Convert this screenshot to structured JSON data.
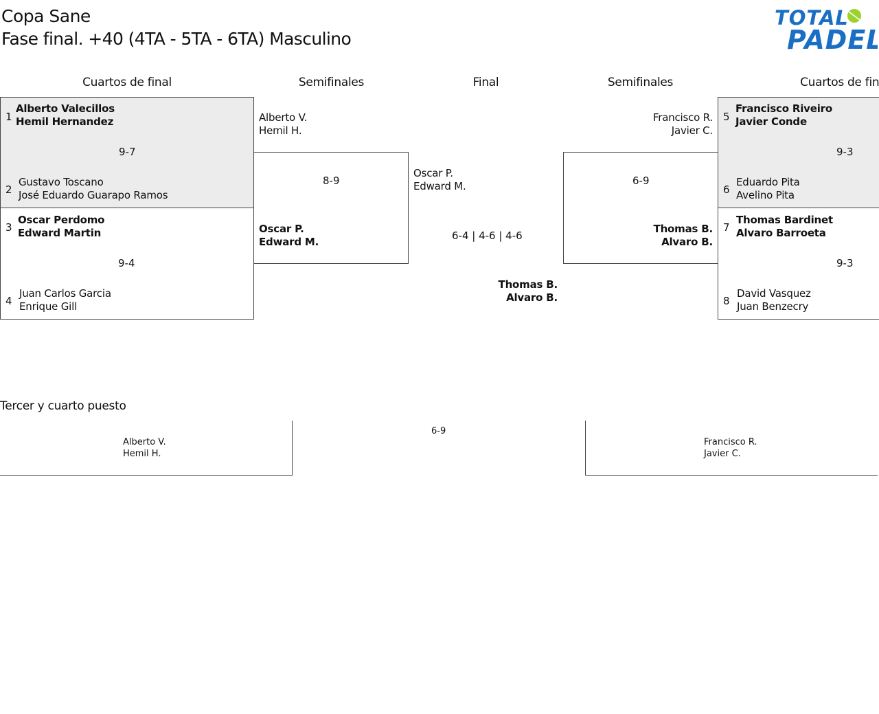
{
  "header": {
    "tournament": "Copa Sane",
    "phase": "Fase final. +40 (4TA - 5TA - 6TA) Masculino",
    "logo_line1": "TOTAL",
    "logo_line2": "PADEL",
    "brand_color": "#1a6fc4",
    "ball_color": "#9bd22e"
  },
  "columns": {
    "left_qf": "Cuartos de final",
    "left_sf": "Semifinales",
    "final": "Final",
    "right_sf": "Semifinales",
    "right_qf": "Cuartos de final"
  },
  "left_quarters": [
    {
      "top": {
        "seed": "1",
        "p1": "Alberto Valecillos",
        "p2": "Hemil Hernandez"
      },
      "score": "9-7",
      "bottom": {
        "seed": "2",
        "p1": "Gustavo Toscano",
        "p2": "José Eduardo Guarapo Ramos"
      }
    },
    {
      "top": {
        "seed": "3",
        "p1": "Oscar Perdomo",
        "p2": "Edward Martin"
      },
      "score": "9-4",
      "bottom": {
        "seed": "4",
        "p1": "Juan Carlos Garcia",
        "p2": "Enrique Gill"
      }
    }
  ],
  "right_quarters": [
    {
      "top": {
        "seed": "5",
        "p1": "Francisco Riveiro",
        "p2": "Javier Conde"
      },
      "score": "9-3",
      "bottom": {
        "seed": "6",
        "p1": "Eduardo Pita",
        "p2": "Avelino Pita"
      }
    },
    {
      "top": {
        "seed": "7",
        "p1": "Thomas Bardinet",
        "p2": "Alvaro Barroeta"
      },
      "score": "9-3",
      "bottom": {
        "seed": "8",
        "p1": "David Vasquez",
        "p2": "Juan Benzecry"
      }
    }
  ],
  "left_semi": {
    "top": {
      "p1": "Alberto V.",
      "p2": "Hemil H."
    },
    "score": "8-9",
    "bottom": {
      "p1": "Oscar P.",
      "p2": "Edward M."
    }
  },
  "right_semi": {
    "top": {
      "p1": "Francisco R.",
      "p2": "Javier C."
    },
    "score": "6-9",
    "bottom": {
      "p1": "Thomas B.",
      "p2": "Alvaro B."
    }
  },
  "final": {
    "top": {
      "p1": "Oscar P.",
      "p2": "Edward M."
    },
    "score": "6-4 | 4-6 | 4-6",
    "bottom": {
      "p1": "Thomas B.",
      "p2": "Alvaro B."
    }
  },
  "third_place": {
    "title": "Tercer y cuarto puesto",
    "left": {
      "p1": "Alberto V.",
      "p2": "Hemil H."
    },
    "score": "6-9",
    "right": {
      "p1": "Francisco R.",
      "p2": "Javier C."
    }
  }
}
